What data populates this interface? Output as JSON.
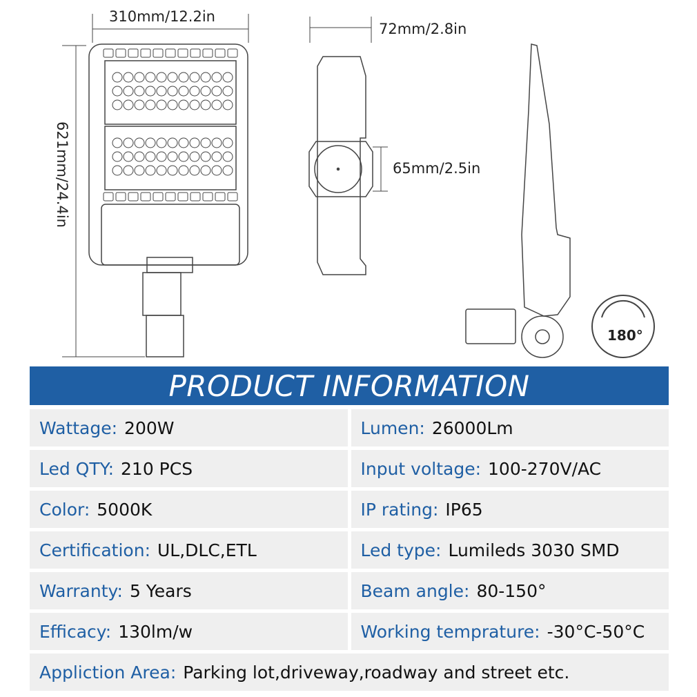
{
  "dimensions": {
    "width": "310mm/12.2in",
    "height": "621mm/24.4in",
    "depth": "72mm/2.8in",
    "pole_size": "65mm/2.5in",
    "rotation_badge": "180°"
  },
  "banner_title": "PRODUCT INFORMATION",
  "rows": [
    [
      {
        "label": "Wattage:",
        "value": "200W"
      },
      {
        "label": "Lumen:",
        "value": "26000Lm"
      }
    ],
    [
      {
        "label": "Led QTY:",
        "value": "210 PCS"
      },
      {
        "label": "Input voltage:",
        "value": "100-270V/AC"
      }
    ],
    [
      {
        "label": "Color:",
        "value": "5000K"
      },
      {
        "label": "IP rating:",
        "value": "IP65"
      }
    ],
    [
      {
        "label": "Certification:",
        "value": "UL,DLC,ETL"
      },
      {
        "label": "Led type:",
        "value": "Lumileds 3030 SMD"
      }
    ],
    [
      {
        "label": "Warranty:",
        "value": "5 Years"
      },
      {
        "label": "Beam angle:",
        "value": "80-150°"
      }
    ],
    [
      {
        "label": "Efficacy:",
        "value": "130lm/w"
      },
      {
        "label": "Working temprature:",
        "value": "-30°C-50°C"
      }
    ]
  ],
  "application": {
    "label": "Appliction Area:",
    "value": "Parking lot,driveway,roadway and street etc."
  },
  "colors": {
    "banner": "#1f5fa4",
    "label": "#1f5fa4",
    "cell_bg": "#efefef"
  }
}
